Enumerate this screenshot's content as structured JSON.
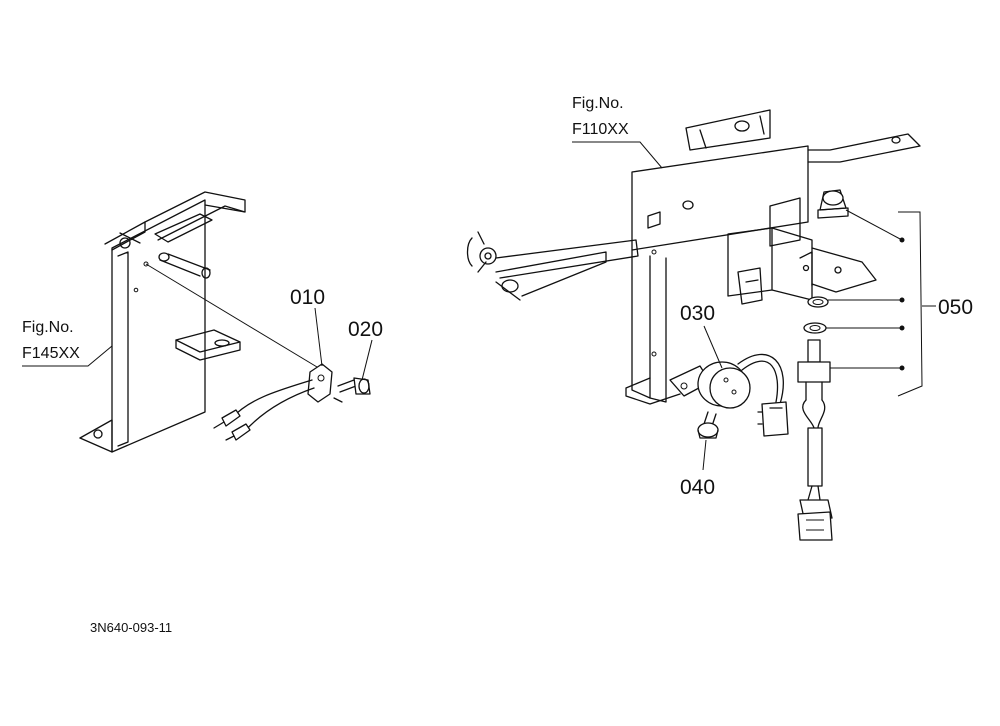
{
  "fig_refs": {
    "left": {
      "line1": "Fig.No.",
      "line2": "F145XX"
    },
    "right": {
      "line1": "Fig.No.",
      "line2": "F110XX"
    }
  },
  "callouts": {
    "p010": "010",
    "p020": "020",
    "p030": "030",
    "p040": "040",
    "p050": "050"
  },
  "drawing_code": "3N640-093-11"
}
